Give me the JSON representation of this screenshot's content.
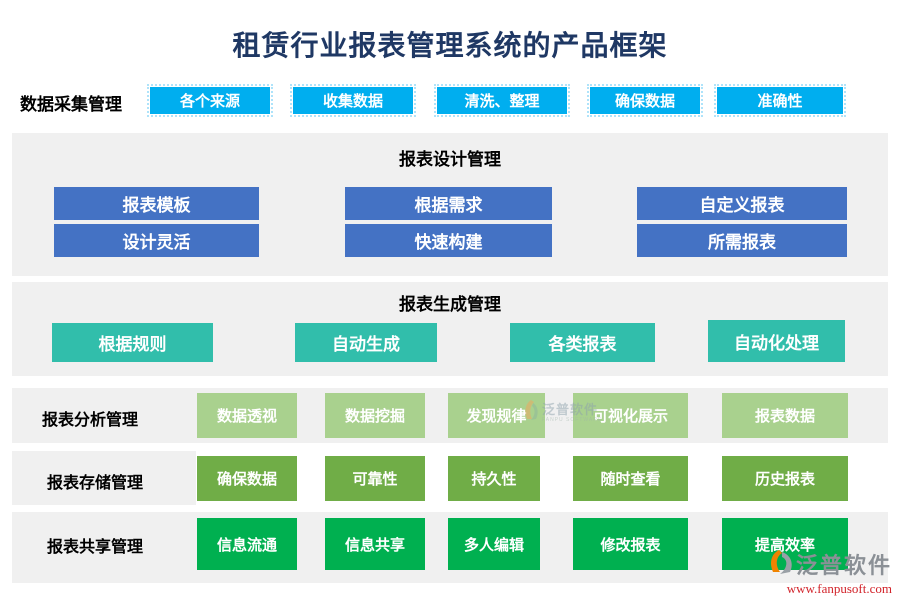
{
  "title": "租赁行业报表管理系统的产品框架",
  "colors": {
    "title_navy": "#1F3864",
    "cyan": "#00AEEF",
    "steel_blue": "#4472C4",
    "teal": "#31BEAB",
    "light_green": "#A9D18E",
    "medium_green": "#70AD47",
    "bright_green": "#00B050",
    "panel_gray": "#F0F0F0",
    "logo_url_red": "#D2232A"
  },
  "row_collect": {
    "label": "数据采集管理",
    "items": [
      "各个来源",
      "收集数据",
      "清洗、整理",
      "确保数据",
      "准确性"
    ]
  },
  "section_design": {
    "title": "报表设计管理",
    "rows": [
      [
        "报表模板",
        "根据需求",
        "自定义报表"
      ],
      [
        "设计灵活",
        "快速构建",
        "所需报表"
      ]
    ]
  },
  "section_generate": {
    "title": "报表生成管理",
    "items": [
      "根据规则",
      "自动生成",
      "各类报表",
      "自动化处理"
    ]
  },
  "row_analysis": {
    "label": "报表分析管理",
    "items": [
      "数据透视",
      "数据挖掘",
      "发现规律",
      "可视化展示",
      "报表数据"
    ]
  },
  "row_storage": {
    "label": "报表存储管理",
    "items": [
      "确保数据",
      "可靠性",
      "持久性",
      "随时查看",
      "历史报表"
    ]
  },
  "row_share": {
    "label": "报表共享管理",
    "items": [
      "信息流通",
      "信息共享",
      "多人编辑",
      "修改报表",
      "提高效率"
    ]
  },
  "watermark": {
    "name": "泛普软件",
    "sub": "FANPU SOFTWARE"
  },
  "logo": {
    "name": "泛普软件",
    "url": "www.fanpusoft.com"
  }
}
